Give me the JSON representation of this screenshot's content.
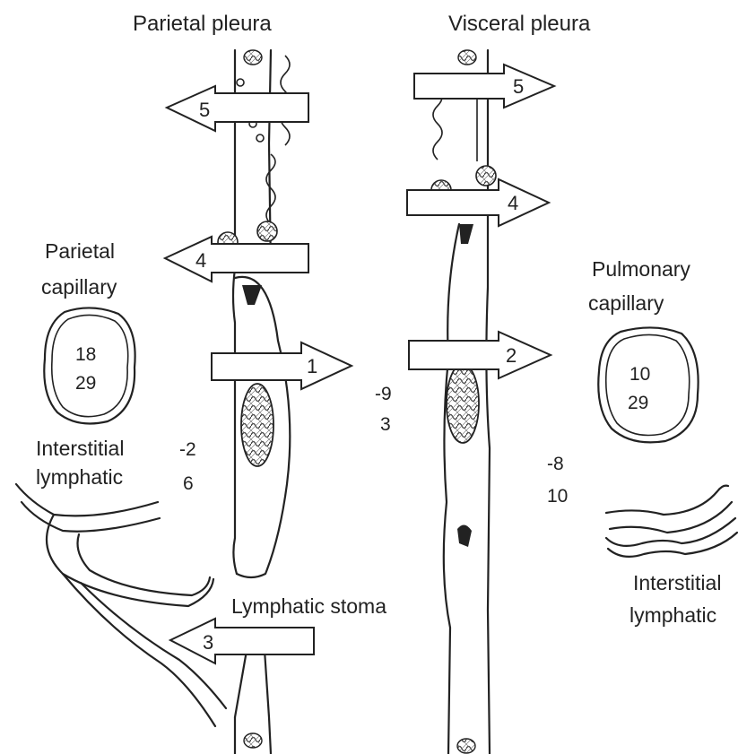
{
  "labels": {
    "parietal_pleura": "Parietal pleura",
    "visceral_pleura": "Visceral pleura",
    "parietal_capillary_1": "Parietal",
    "parietal_capillary_2": "capillary",
    "pulmonary_capillary_1": "Pulmonary",
    "pulmonary_capillary_2": "capillary",
    "interstitial_lymphatic_left_1": "Interstitial",
    "interstitial_lymphatic_left_2": "lymphatic",
    "interstitial_lymphatic_right_1": "Interstitial",
    "interstitial_lymphatic_right_2": "lymphatic",
    "lymphatic_stoma": "Lymphatic stoma"
  },
  "pressures": {
    "parietal_capillary": [
      "18",
      "29"
    ],
    "parietal_interstitium": [
      "-2",
      "6"
    ],
    "pleural_space": [
      "-9",
      "3"
    ],
    "visceral_interstitium": [
      "-8",
      "10"
    ],
    "pulmonary_capillary": [
      "10",
      "29"
    ]
  },
  "arrows": {
    "a1": "1",
    "a2": "2",
    "a3": "3",
    "a4_left": "4",
    "a4_right": "4",
    "a5_left": "5",
    "a5_right": "5"
  }
}
